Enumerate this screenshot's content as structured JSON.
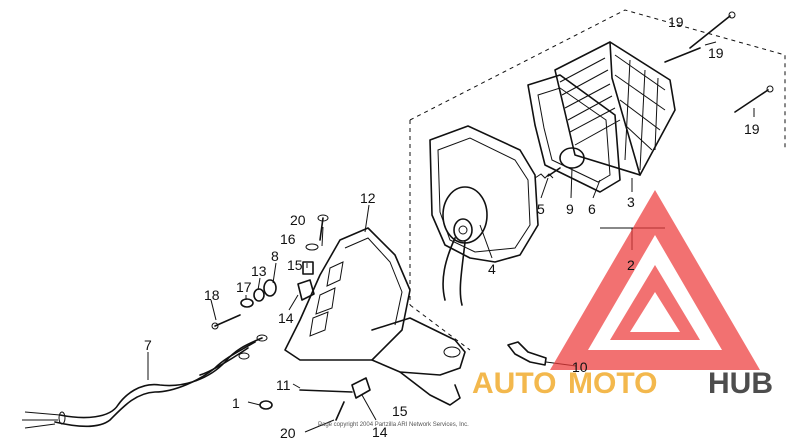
{
  "callouts": {
    "c1": "1",
    "c2": "2",
    "c3": "3",
    "c4": "4",
    "c5": "5",
    "c6": "6",
    "c7": "7",
    "c8": "8",
    "c9": "9",
    "c10": "10",
    "c11": "11",
    "c12": "12",
    "c13": "13",
    "c14a": "14",
    "c14b": "14",
    "c15a": "15",
    "c15b": "15",
    "c16": "16",
    "c17": "17",
    "c18": "18",
    "c19a": "19",
    "c19b": "19",
    "c19c": "19",
    "c20a": "20",
    "c20b": "20"
  },
  "copyright": "Page copyright 2004 Partzilla ARI Network Services, Inc.",
  "watermark": {
    "part1": "AUTO",
    "part2": "MOTO",
    "part3": "HUB",
    "colors": {
      "auto": "#f2b13a",
      "moto": "#f2b13a",
      "hub": "#3a3a3a",
      "logo": "#ee3b3b"
    }
  }
}
